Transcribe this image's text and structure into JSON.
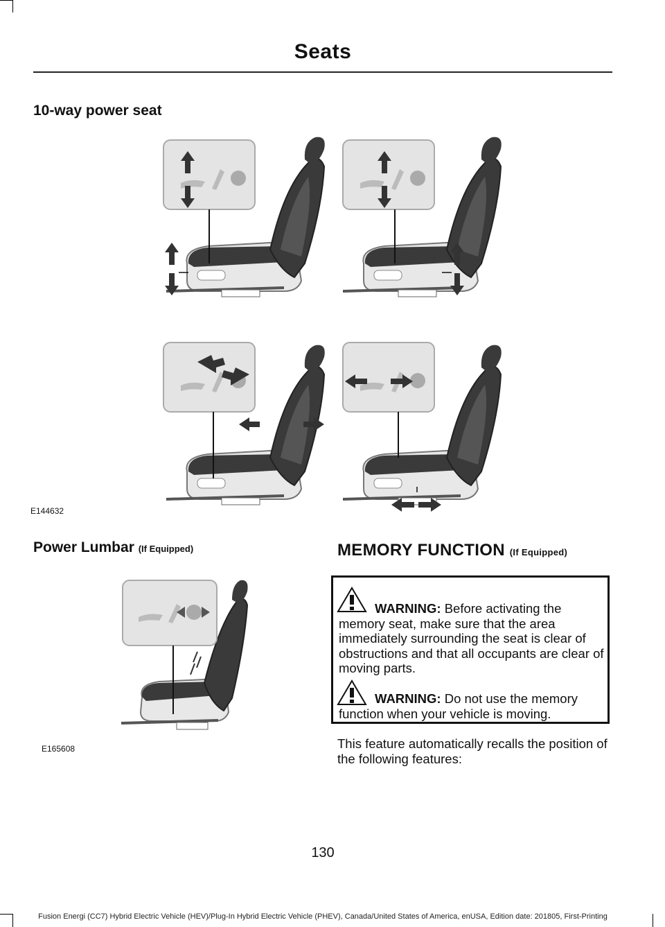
{
  "header": {
    "title": "Seats"
  },
  "sections": {
    "power_seat_title": "10-way power seat",
    "lumbar_title": "Power Lumbar",
    "lumbar_suffix": "(If Equipped)",
    "memory_title": "MEMORY FUNCTION",
    "memory_suffix": "(If Equipped)"
  },
  "figures": {
    "seat_figure_code": "E144632",
    "lumbar_figure_code": "E165608"
  },
  "warnings": [
    {
      "label": "WARNING:",
      "text": "Before activating the memory seat, make sure that the area immediately surrounding the seat is clear of obstructions and that all occupants are clear of moving parts."
    },
    {
      "label": "WARNING:",
      "text": "Do not use the memory function when your vehicle is moving."
    }
  ],
  "body": {
    "intro": "This feature automatically recalls the position of the following features:"
  },
  "page": {
    "number": "130",
    "footer": "Fusion Energi (CC7) Hybrid Electric Vehicle (HEV)/Plug-In Hybrid Electric Vehicle (PHEV), Canada/United States of America, enUSA, Edition date: 201805, First-Printing"
  },
  "colors": {
    "text": "#111111",
    "seat_dark": "#3a3a3a",
    "panel_bg": "#e4e4e4"
  }
}
